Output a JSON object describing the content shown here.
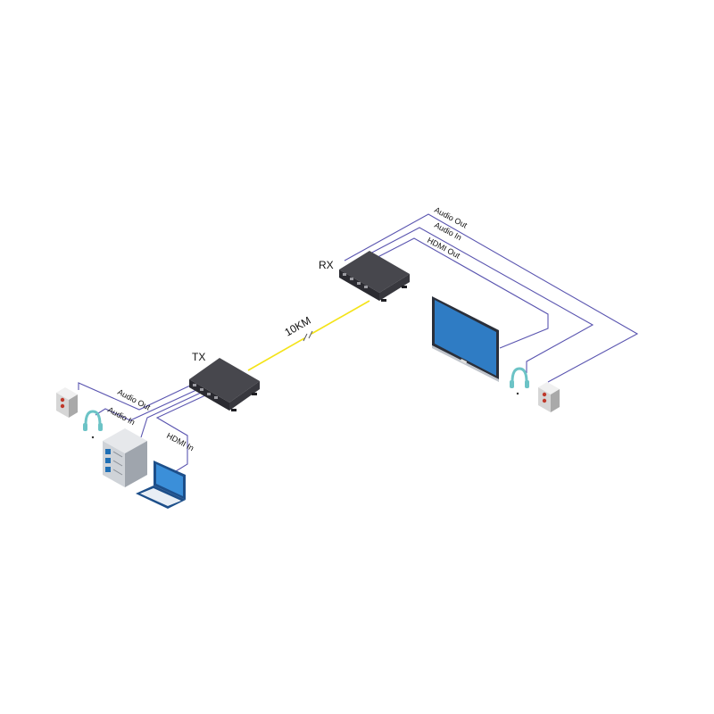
{
  "devices": {
    "tx": {
      "label": "TX"
    },
    "rx": {
      "label": "RX"
    }
  },
  "link": {
    "distance_label": "10KM",
    "fiber_color": "#f4e318"
  },
  "tx_ports": {
    "audio_out": "Audio Out",
    "audio_in": "Audio In",
    "hdmi_in": "HDMI In"
  },
  "rx_ports": {
    "audio_out": "Audio Out",
    "audio_in": "Audio In",
    "hdmi_out": "HDMI Out"
  },
  "colors": {
    "cable": "#5a55b0",
    "box_top": "#46464c",
    "box_side": "#2a2a30",
    "display": "#2f7cc4",
    "headphones": "#6cc3c6",
    "speaker": "#d9d9d9",
    "server": "#cfd3d8",
    "server_accent": "#1f6fb5"
  },
  "icons": [
    "speaker-icon",
    "headphones-icon",
    "server-icon",
    "laptop-icon",
    "display-icon"
  ]
}
